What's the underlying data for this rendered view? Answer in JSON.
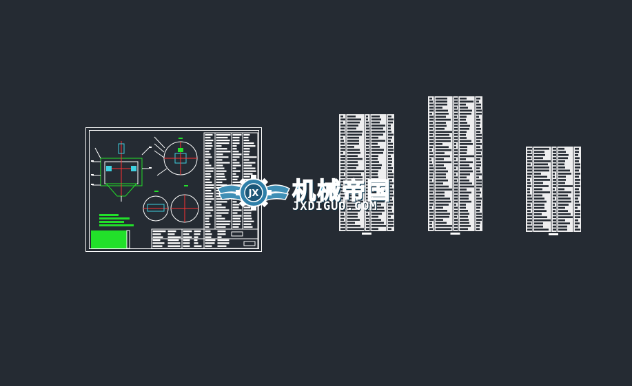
{
  "watermark": {
    "brand_cn": "机械帝国",
    "brand_en": "JXDIGUO.COM",
    "logo_letters": "JX"
  },
  "colors": {
    "background": "#252b33",
    "sheet_line": "#ffffff",
    "accent_green": "#22e02a",
    "accent_red": "#ff3030",
    "accent_cyan": "#3fd0e0",
    "watermark_blue": "#4aa3c9"
  },
  "sheets": [
    {
      "name": "assembly-drawing",
      "kind": "drawing"
    },
    {
      "name": "bom-table-1",
      "kind": "table"
    },
    {
      "name": "bom-table-2",
      "kind": "table"
    },
    {
      "name": "bom-table-3",
      "kind": "table"
    }
  ]
}
